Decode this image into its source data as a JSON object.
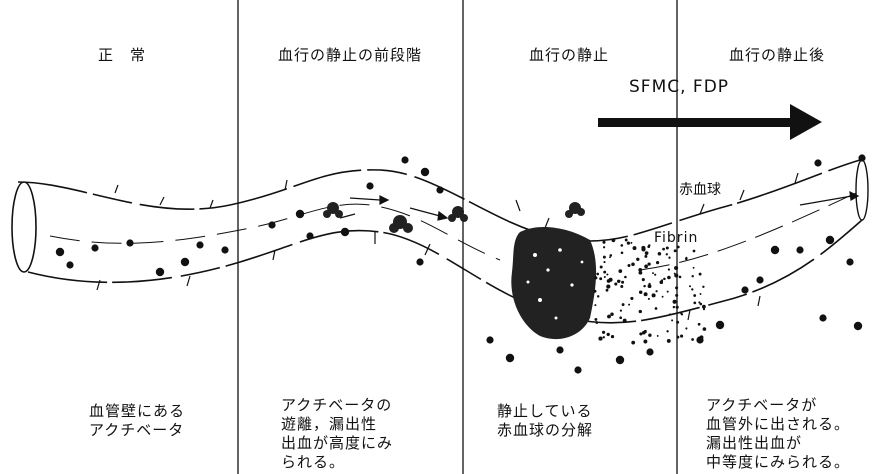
{
  "stages": [
    {
      "title": "正　常",
      "description": "血管壁にある\nアクチベータ"
    },
    {
      "title": "血行の静止の前段階",
      "description": "アクチベータの\n遊離，漏出性\n出血が高度にみ\nられる。"
    },
    {
      "title": "血行の静止",
      "description": "静止している\n赤血球の分解"
    },
    {
      "title": "血行の静止後",
      "description": "アクチベータが\n血管外に出される。\n漏出性出血が\n中等度にみられる。"
    }
  ],
  "labels": {
    "arrow": "SFMC, FDP",
    "rbc": "赤血球",
    "fibrin": "Fibrin"
  },
  "colors": {
    "ink": "#111111",
    "background": "#ffffff"
  }
}
